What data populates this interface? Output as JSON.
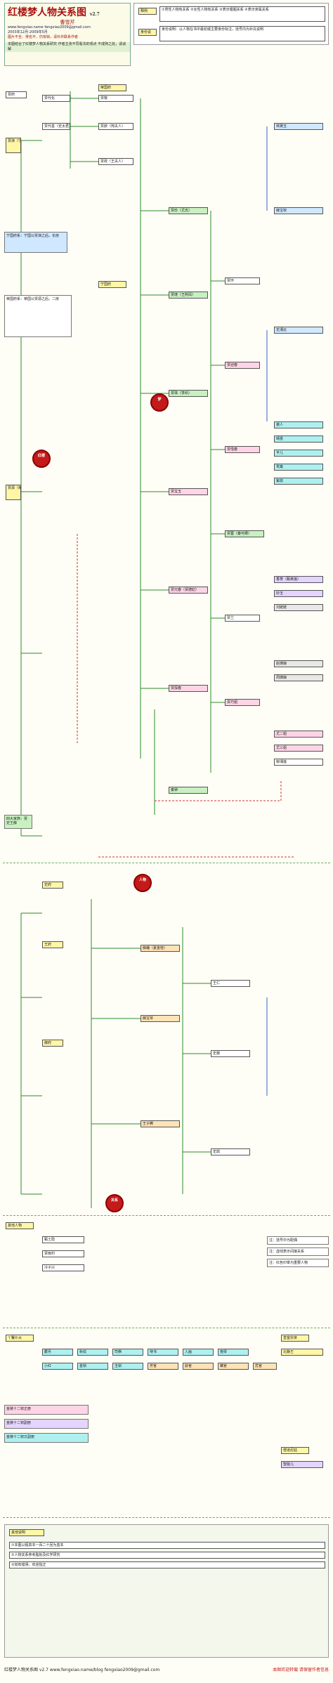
{
  "header": {
    "title": "红楼梦人物关系图",
    "version": "v2.7",
    "subtitle": "曹雪芹",
    "lines": [
      "www.fengxiao.name  fengxiao2009@gmail.com",
      "2003年12月-2009年5月",
      "图片不全、排名不、仍有缺，请补并联系作者"
    ],
    "note": "本图结合了红楼梦人物关系研究 作者主张不同看法的观点 不成熟之处，请谅解"
  },
  "legend": {
    "label1": "释例",
    "label2": "身份说",
    "text1": "①男性人物有关系 ②女性人物有关系 ③表示婚姻关系 ④表示亲属关系",
    "text2": "身份说明：以人物在书中最初或主要身份标注，括号内为补充说明"
  },
  "sections": {
    "jia": "贾府",
    "rongguo": "荣国府",
    "ningguo": "宁国府",
    "shi": "史府",
    "wang": "王府",
    "xue": "薛府",
    "others": "其他人物",
    "servants": "丫鬟仆从",
    "royal": "皇室宗亲",
    "monks": "僧道尼姑"
  },
  "nodes": [
    {
      "id": "n1",
      "text": "贾演（宁国公）"
    },
    {
      "id": "n2",
      "text": "贾源（荣国公）"
    },
    {
      "id": "n3",
      "text": "贾代化"
    },
    {
      "id": "n4",
      "text": "贾代善（史太君）"
    },
    {
      "id": "n5",
      "text": "贾敬"
    },
    {
      "id": "n6",
      "text": "贾赦（邢夫人）"
    },
    {
      "id": "n7",
      "text": "贾政（王夫人）"
    },
    {
      "id": "n8",
      "text": "贾珍（尤氏）"
    },
    {
      "id": "n9",
      "text": "贾琏（王熙凤）"
    },
    {
      "id": "n10",
      "text": "贾珠（李纨）"
    },
    {
      "id": "n11",
      "text": "贾宝玉"
    },
    {
      "id": "n12",
      "text": "贾元春（贤德妃）"
    },
    {
      "id": "n13",
      "text": "贾探春"
    },
    {
      "id": "n14",
      "text": "贾环"
    },
    {
      "id": "n15",
      "text": "贾迎春"
    },
    {
      "id": "n16",
      "text": "贾惜春"
    },
    {
      "id": "n17",
      "text": "贾蓉（秦可卿）"
    },
    {
      "id": "n18",
      "text": "贾兰"
    },
    {
      "id": "n19",
      "text": "贾巧姐"
    },
    {
      "id": "n20",
      "text": "林黛玉"
    },
    {
      "id": "n21",
      "text": "薛宝钗"
    },
    {
      "id": "n22",
      "text": "史湘云"
    },
    {
      "id": "n23",
      "text": "薛蟠（夏金桂）"
    },
    {
      "id": "n24",
      "text": "薛宝琴"
    },
    {
      "id": "n25",
      "text": "王子腾"
    },
    {
      "id": "n26",
      "text": "王仁"
    },
    {
      "id": "n27",
      "text": "史鼐"
    },
    {
      "id": "n28",
      "text": "史鼎"
    },
    {
      "id": "n29",
      "text": "袭人"
    },
    {
      "id": "n30",
      "text": "晴雯"
    },
    {
      "id": "n31",
      "text": "平儿"
    },
    {
      "id": "n32",
      "text": "鸳鸯"
    },
    {
      "id": "n33",
      "text": "紫鹃"
    },
    {
      "id": "n34",
      "text": "香菱（甄英莲）"
    },
    {
      "id": "n35",
      "text": "妙玉"
    },
    {
      "id": "n36",
      "text": "刘姥姥"
    },
    {
      "id": "n37",
      "text": "赵姨娘"
    },
    {
      "id": "n38",
      "text": "周姨娘"
    },
    {
      "id": "n39",
      "text": "尤二姐"
    },
    {
      "id": "n40",
      "text": "尤三姐"
    },
    {
      "id": "n41",
      "text": "柳湘莲"
    },
    {
      "id": "n42",
      "text": "甄士隐"
    },
    {
      "id": "n43",
      "text": "贾雨村"
    },
    {
      "id": "n44",
      "text": "北静王"
    },
    {
      "id": "n45",
      "text": "冷子兴"
    },
    {
      "id": "n46",
      "text": "秦钟"
    },
    {
      "id": "n47",
      "text": "智能儿"
    },
    {
      "id": "n48",
      "text": "麝月"
    },
    {
      "id": "n49",
      "text": "秋纹"
    },
    {
      "id": "n50",
      "text": "司棋"
    },
    {
      "id": "n51",
      "text": "侍书"
    },
    {
      "id": "n52",
      "text": "入画"
    },
    {
      "id": "n53",
      "text": "抱琴"
    },
    {
      "id": "n54",
      "text": "小红"
    },
    {
      "id": "n55",
      "text": "金钏"
    },
    {
      "id": "n56",
      "text": "玉钏"
    },
    {
      "id": "n57",
      "text": "芳官"
    },
    {
      "id": "n58",
      "text": "龄官"
    },
    {
      "id": "n59",
      "text": "藕官"
    },
    {
      "id": "n60",
      "text": "蕊官"
    }
  ],
  "side_notes": {
    "left1": "宁国府系：宁国公贾演之后，长房",
    "left2": "荣国府系：荣国公贾源之后，二房",
    "left3": "四大家族：贾史王薛",
    "left4": "金陵十二钗正册",
    "left5": "金陵十二钗副册",
    "left6": "金陵十二钗又副册",
    "right1": "注：括号中为配偶",
    "right2": "注：虚线表示间接关系",
    "right3": "注：红色印章为重要人物"
  },
  "seals": [
    "红楼",
    "梦",
    "人物",
    "关系"
  ],
  "bottom": {
    "title": "其他说明",
    "lines": [
      "①本图以程高本一百二十回为蓝本",
      "②人物关系参考脂批及红学研究",
      "③如有错误，欢迎指正"
    ]
  },
  "footer": {
    "left": "红楼梦人物关系图 v2.7  www.fengxiao.name/blog  fengxiao2009@gmail.com",
    "right": "本图欢迎转载 请保留作者信息"
  }
}
